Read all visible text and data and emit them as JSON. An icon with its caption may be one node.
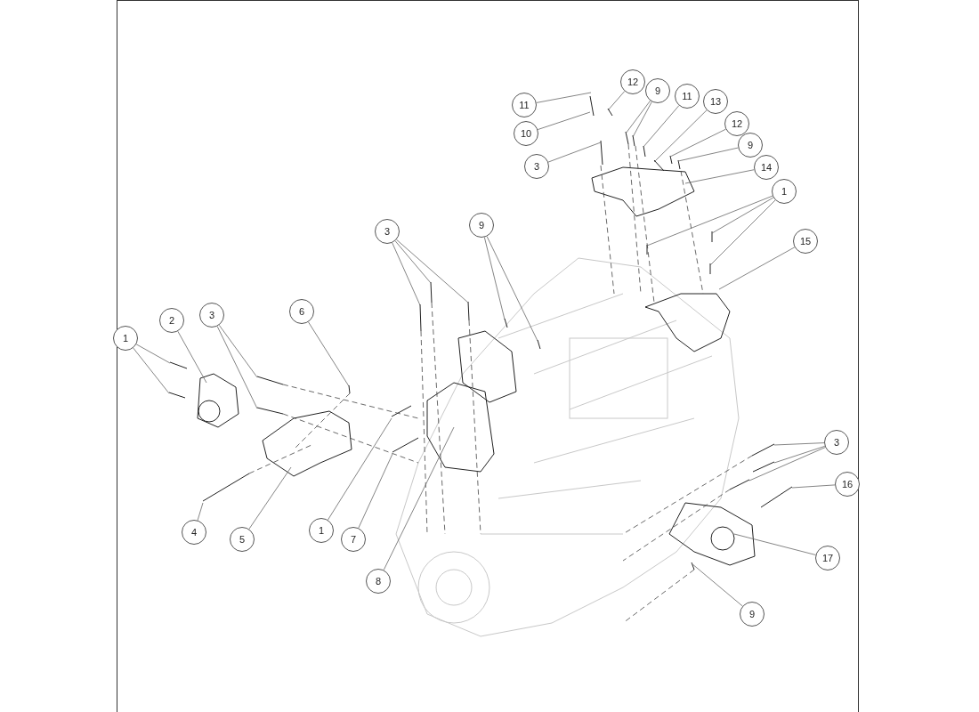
{
  "diagram": {
    "nodes": [
      {
        "text": [
          "11"
        ]
      },
      {
        "text": [
          "12"
        ]
      },
      {
        "text": [
          "9"
        ]
      },
      {
        "text": [
          "11"
        ]
      },
      {
        "text": [
          "13"
        ]
      },
      {
        "text": [
          "10"
        ]
      },
      {
        "text": [
          "12"
        ]
      },
      {
        "text": [
          "9"
        ]
      },
      {
        "text": [
          "3"
        ]
      },
      {
        "text": [
          "14"
        ]
      },
      {
        "text": [
          "1"
        ]
      },
      {
        "text": [
          "9"
        ]
      },
      {
        "text": [
          "3"
        ]
      },
      {
        "text": [
          "15"
        ]
      },
      {
        "text": [
          "6"
        ]
      },
      {
        "text": [
          "2"
        ]
      },
      {
        "text": [
          "3"
        ]
      },
      {
        "text": [
          "1"
        ]
      },
      {
        "text": [
          "3"
        ]
      },
      {
        "text": [
          "16"
        ]
      },
      {
        "text": [
          "4"
        ]
      },
      {
        "text": [
          "5"
        ]
      },
      {
        "text": [
          "1"
        ]
      },
      {
        "text": [
          "7"
        ]
      },
      {
        "text": [
          "17"
        ]
      },
      {
        "text": [
          "8"
        ]
      },
      {
        "text": [
          "9"
        ]
      }
    ],
    "edges": [
      {
        "from": 0,
        "to": null,
        "arrow": "none"
      },
      {
        "from": 1,
        "to": null,
        "arrow": "none"
      },
      {
        "from": 2,
        "to": null,
        "arrow": "none"
      },
      {
        "from": 2,
        "to": null,
        "arrow": "none"
      },
      {
        "from": 3,
        "to": null,
        "arrow": "none"
      },
      {
        "from": 4,
        "to": null,
        "arrow": "none"
      },
      {
        "from": 5,
        "to": null,
        "arrow": "none"
      },
      {
        "from": 6,
        "to": null,
        "arrow": "none"
      },
      {
        "from": 7,
        "to": null,
        "arrow": "none"
      },
      {
        "from": 8,
        "to": null,
        "arrow": "none"
      },
      {
        "from": 9,
        "to": null,
        "arrow": "none"
      },
      {
        "from": 10,
        "to": null,
        "arrow": "none"
      },
      {
        "from": 10,
        "to": null,
        "arrow": "none"
      },
      {
        "from": 10,
        "to": null,
        "arrow": "none"
      },
      {
        "from": 11,
        "to": null,
        "arrow": "none"
      },
      {
        "from": 11,
        "to": null,
        "arrow": "none"
      },
      {
        "from": 12,
        "to": null,
        "arrow": "none"
      },
      {
        "from": 12,
        "to": null,
        "arrow": "none"
      },
      {
        "from": 12,
        "to": null,
        "arrow": "none"
      },
      {
        "from": 13,
        "to": null,
        "arrow": "none"
      },
      {
        "from": 14,
        "to": null,
        "arrow": "none"
      },
      {
        "from": 15,
        "to": null,
        "arrow": "none"
      },
      {
        "from": 16,
        "to": null,
        "arrow": "none"
      },
      {
        "from": 16,
        "to": null,
        "arrow": "none"
      },
      {
        "from": 17,
        "to": null,
        "arrow": "none"
      },
      {
        "from": 17,
        "to": null,
        "arrow": "none"
      },
      {
        "from": 18,
        "to": null,
        "arrow": "none"
      },
      {
        "from": 18,
        "to": null,
        "arrow": "none"
      },
      {
        "from": 18,
        "to": null,
        "arrow": "none"
      },
      {
        "from": 19,
        "to": null,
        "arrow": "none"
      },
      {
        "from": 20,
        "to": null,
        "arrow": "none"
      },
      {
        "from": 21,
        "to": null,
        "arrow": "none"
      },
      {
        "from": 22,
        "to": null,
        "arrow": "none"
      },
      {
        "from": 23,
        "to": null,
        "arrow": "none"
      },
      {
        "from": 24,
        "to": null,
        "arrow": "none"
      },
      {
        "from": 25,
        "to": null,
        "arrow": "none"
      },
      {
        "from": 26,
        "to": null,
        "arrow": "none"
      }
    ]
  }
}
